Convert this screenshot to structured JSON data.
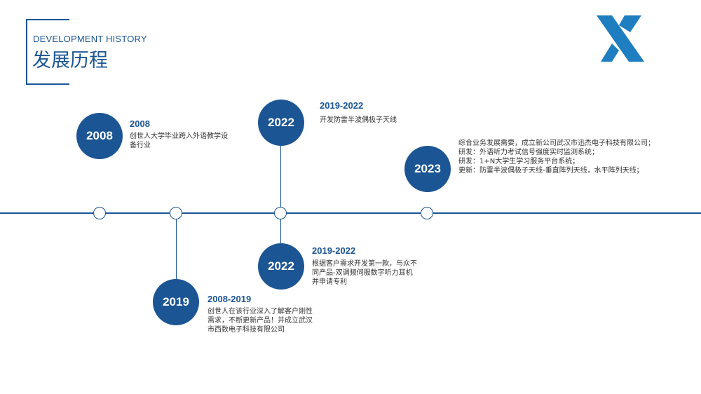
{
  "header": {
    "title_en": "DEVELOPMENT HISTORY",
    "title_zh": "发展历程",
    "logo_name": "x-logo-icon"
  },
  "colors": {
    "accent": "#1b5594"
  },
  "events": [
    {
      "badge": "2008",
      "heading": "2008",
      "lines": [
        "创世人大学毕业跨入外语教学设",
        "备行业"
      ]
    },
    {
      "badge": "2022",
      "heading": "2019-2022",
      "lines": [
        "开发防雷半波偶极子天线"
      ]
    },
    {
      "badge": "2023",
      "heading": "",
      "lines": [
        "综合业务发展需要，成立新公司武汉市迅杰电子科技有限公司；",
        "研发：外语听力考试信号强度实时监测系统；",
        "研发：1+N大学生学习服务平台系统；",
        "更新：防雷半波偶极子天线-垂直阵列天线，水平阵列天线；"
      ]
    },
    {
      "badge": "2022",
      "heading": "2019-2022",
      "lines": [
        "根据客户需求开发第一款，与众不",
        "同产品-双调频伺服数字听力耳机",
        "并申请专利"
      ]
    },
    {
      "badge": "2019",
      "heading": "2008-2019",
      "lines": [
        "创世人在该行业深入了解客户刚性",
        "需求，不断更新产品！并成立武汉",
        "市西数电子科技有限公司"
      ]
    }
  ]
}
